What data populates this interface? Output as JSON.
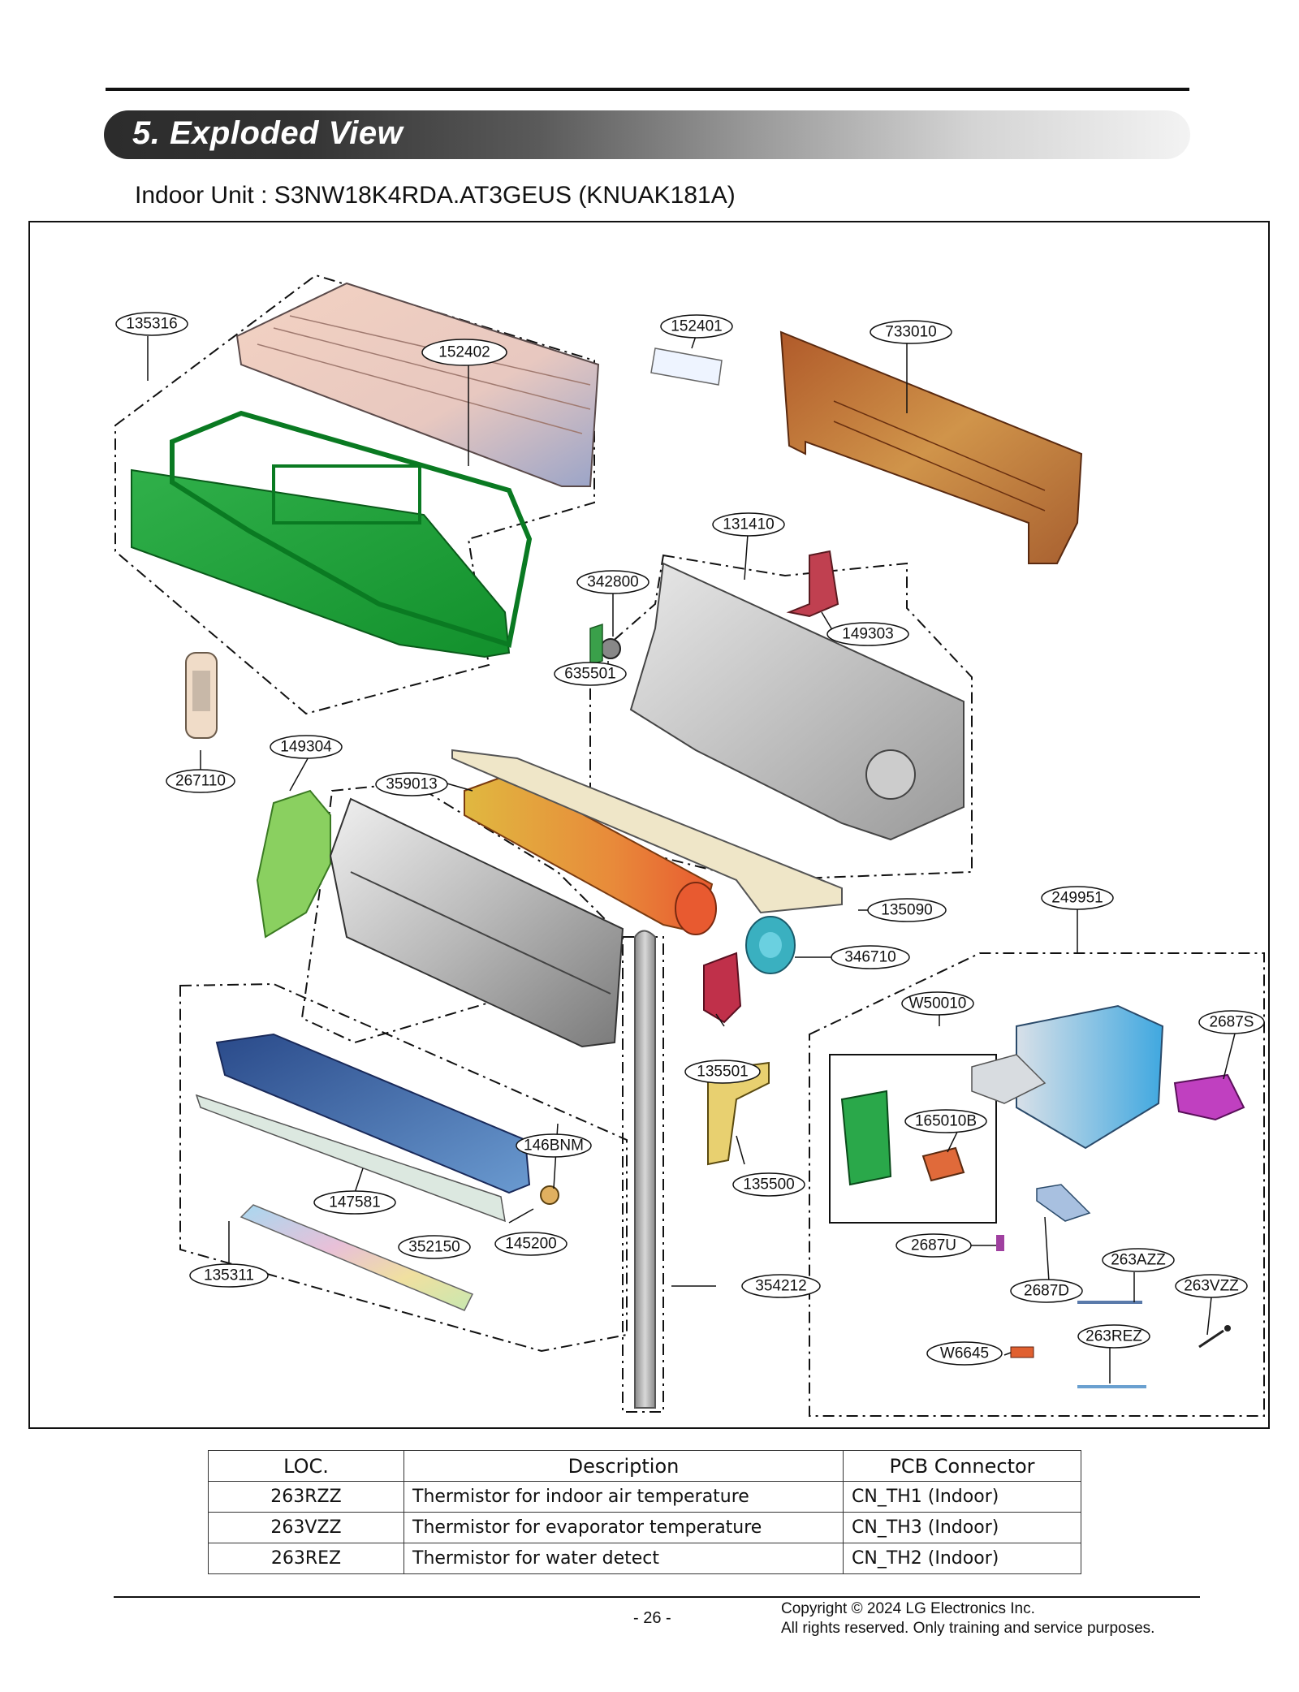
{
  "header": {
    "section_title": "5. Exploded View",
    "model_line": "Indoor Unit : S3NW18K4RDA.AT3GEUS (KNUAK181A)"
  },
  "diagram": {
    "callouts": [
      "135316",
      "152402",
      "152401",
      "733010",
      "131410",
      "342800",
      "149303",
      "635501",
      "267110",
      "149304",
      "359013",
      "135090",
      "249951",
      "346710",
      "W50010",
      "2687S",
      "165010B",
      "135501",
      "135500",
      "146BNM",
      "147581",
      "145200",
      "352150",
      "135311",
      "2687U",
      "263AZZ",
      "2687D",
      "263VZZ",
      "354212",
      "W6645",
      "263REZ"
    ],
    "part_colors": {
      "front_grille": "#1fa53a",
      "filter": "#e8b8a0",
      "chassis": "#c8c8c8",
      "fan": "#e88030",
      "installation_plate": "#b06a2a",
      "control_box": "#5ab4e0",
      "motor": "#3aaab8",
      "vane": "#3a5a9a"
    }
  },
  "table": {
    "headers": [
      "LOC.",
      "Description",
      "PCB Connector"
    ],
    "rows": [
      {
        "loc": "263RZZ",
        "desc": "Thermistor for indoor air temperature",
        "pcb": "CN_TH1 (Indoor)"
      },
      {
        "loc": "263VZZ",
        "desc": "Thermistor for evaporator temperature",
        "pcb": "CN_TH3 (Indoor)"
      },
      {
        "loc": "263REZ",
        "desc": "Thermistor for water detect",
        "pcb": "CN_TH2 (Indoor)"
      }
    ]
  },
  "footer": {
    "page_number": "- 26 -",
    "copyright_line1": "Copyright © 2024 LG Electronics Inc.",
    "copyright_line2": "All rights reserved. Only training and service purposes."
  }
}
